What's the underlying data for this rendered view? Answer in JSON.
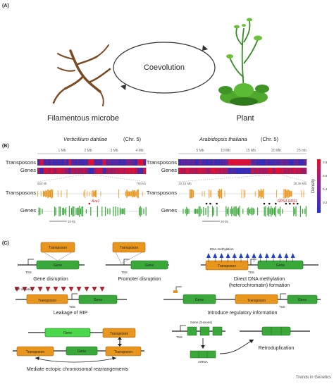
{
  "panels": {
    "a": {
      "label": "(A)",
      "center": "Coevolution",
      "left": "Filamentous microbe",
      "right": "Plant"
    },
    "b": {
      "label": "(B)",
      "left_title": "Verticillium dahliae",
      "left_chr": "(Chr. 5)",
      "right_title": "Arabidopsis thaliana",
      "right_chr": "(Chr. 5)",
      "track_transposons": "Transposons",
      "track_genes": "Genes",
      "left_ticks": [
        "1 Mb",
        "2 Mb",
        "3 Mb",
        "4 Mb"
      ],
      "right_ticks": [
        "5 Mb",
        "10 Mb",
        "15 Mb",
        "20 Mb",
        "25 mb"
      ],
      "left_zoom_start": "650 kb",
      "left_zoom_end": "750 kb",
      "right_zoom_start": "18.15 Mb",
      "right_zoom_end": "18.35 Mb",
      "left_scale": "10 kb",
      "right_scale": "20 kb",
      "left_gene_marker": "Ave1",
      "right_gene_marker": "RPS4-RRS1",
      "density_label": "Density",
      "density_ticks": [
        "0.8",
        "0.6",
        "0.4",
        "0.2"
      ],
      "colors": {
        "high": "#e8102a",
        "low": "#2430c8",
        "transposon": "#e8961e",
        "gene": "#3aa83a"
      }
    },
    "c": {
      "label": "(C)",
      "transposon": "Transposon",
      "gene": "Gene",
      "tss": "TSS",
      "captions": {
        "gene_disruption": "Gene disruption",
        "promoter_disruption": "Promoter disruption",
        "dna_methylation_1": "Direct DNA methylation",
        "dna_methylation_2": "(heterochromatin) formation",
        "leakage": "Leakage of RIP",
        "regulatory": "Introduce regulatory information",
        "rearrangements": "Mediate ectopic chromosomal rearrangements",
        "retroduplication": "Retroduplication"
      },
      "dna_methylation_tag": "DNA methylation",
      "rip_mutation_tag": "RIP mutation",
      "gene_exons": "Gene (3 exons)",
      "mrna": "mRNA"
    }
  },
  "footer": "Trends in Genetics"
}
